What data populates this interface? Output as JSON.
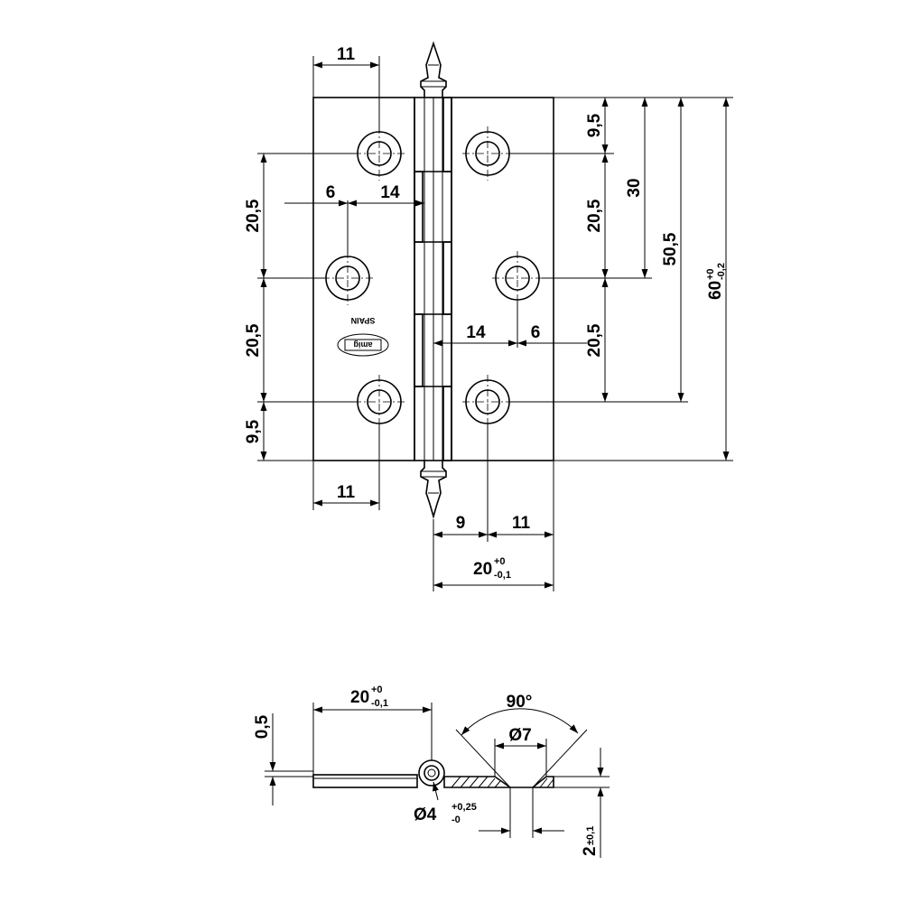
{
  "front_view": {
    "dim_left_width_top": "11",
    "dim_left_width_bottom": "11",
    "dim_top_hole_offset": "9,5",
    "dim_hole_spacing_upper": "20,5",
    "dim_hole_spacing_lower": "20,5",
    "dim_bottom_hole_offset": "9,5",
    "dim_mid_hole_left_edge": "6",
    "dim_mid_hole_to_pin_left": "14",
    "dim_mid_hole_to_pin_right": "14",
    "dim_mid_hole_right_edge": "6",
    "dim_right_top": "9,5",
    "dim_right_upper": "20,5",
    "dim_right_lower": "20,5",
    "dim_right_30": "30",
    "dim_right_50_5": "50,5",
    "dim_overall_height": "60",
    "dim_overall_height_tol_upper": "+0",
    "dim_overall_height_tol_lower": "-0,2",
    "dim_bottom_9": "9",
    "dim_bottom_11": "11",
    "dim_leaf_width": "20",
    "dim_leaf_width_tol_upper": "+0",
    "dim_leaf_width_tol_lower": "-0,1",
    "logo_country": "SPAIN",
    "logo_brand": "amig"
  },
  "section_view": {
    "dim_thickness": "0,5",
    "dim_leaf_width": "20",
    "dim_leaf_width_tol_upper": "+0",
    "dim_leaf_width_tol_lower": "-0,1",
    "dim_angle": "90°",
    "dim_countersink_dia": "Ø7",
    "dim_pin_dia": "Ø4",
    "dim_pin_dia_tol_upper": "+0,25",
    "dim_pin_dia_tol_lower": "-0",
    "dim_hole_depth": "2",
    "dim_hole_depth_tol": "±0,1"
  }
}
